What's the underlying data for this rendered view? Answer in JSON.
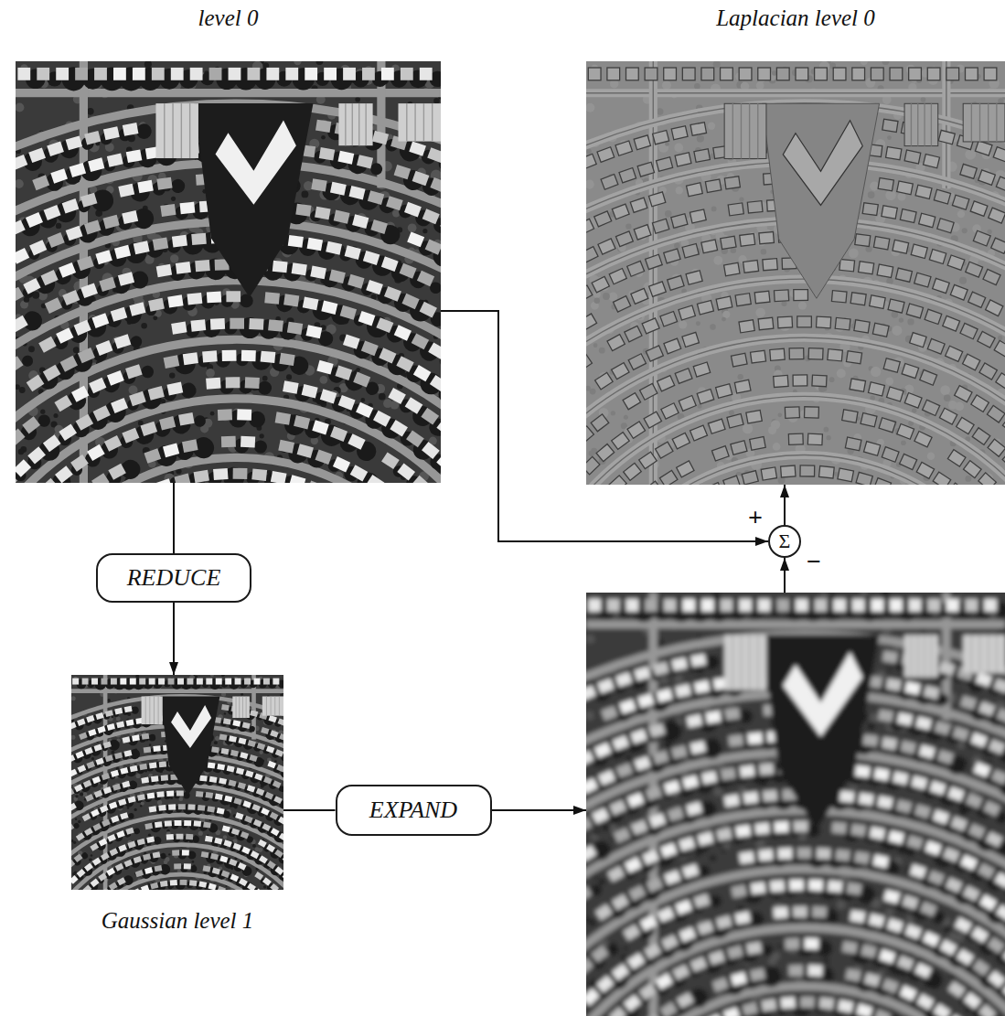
{
  "diagram": {
    "nodes": [
      {
        "text": [
          "level 0"
        ]
      },
      {
        "text": [
          "Laplacian level 0"
        ]
      },
      {
        "text": [
          "REDUCE"
        ]
      },
      {
        "text": [
          "Σ"
        ]
      },
      {
        "text": [
          "Gaussian level 1"
        ]
      },
      {
        "text": [
          "EXPAND"
        ]
      }
    ],
    "edges": [
      {
        "from": 0,
        "to": 2,
        "arrow": "none"
      },
      {
        "from": 2,
        "to": 4,
        "arrow": "to"
      },
      {
        "from": 0,
        "to": 3,
        "arrow": "to"
      },
      {
        "from": 4,
        "to": 5,
        "arrow": "none"
      },
      {
        "from": 3,
        "to": 1,
        "arrow": "to"
      }
    ],
    "labels": [
      "+",
      "−"
    ]
  }
}
